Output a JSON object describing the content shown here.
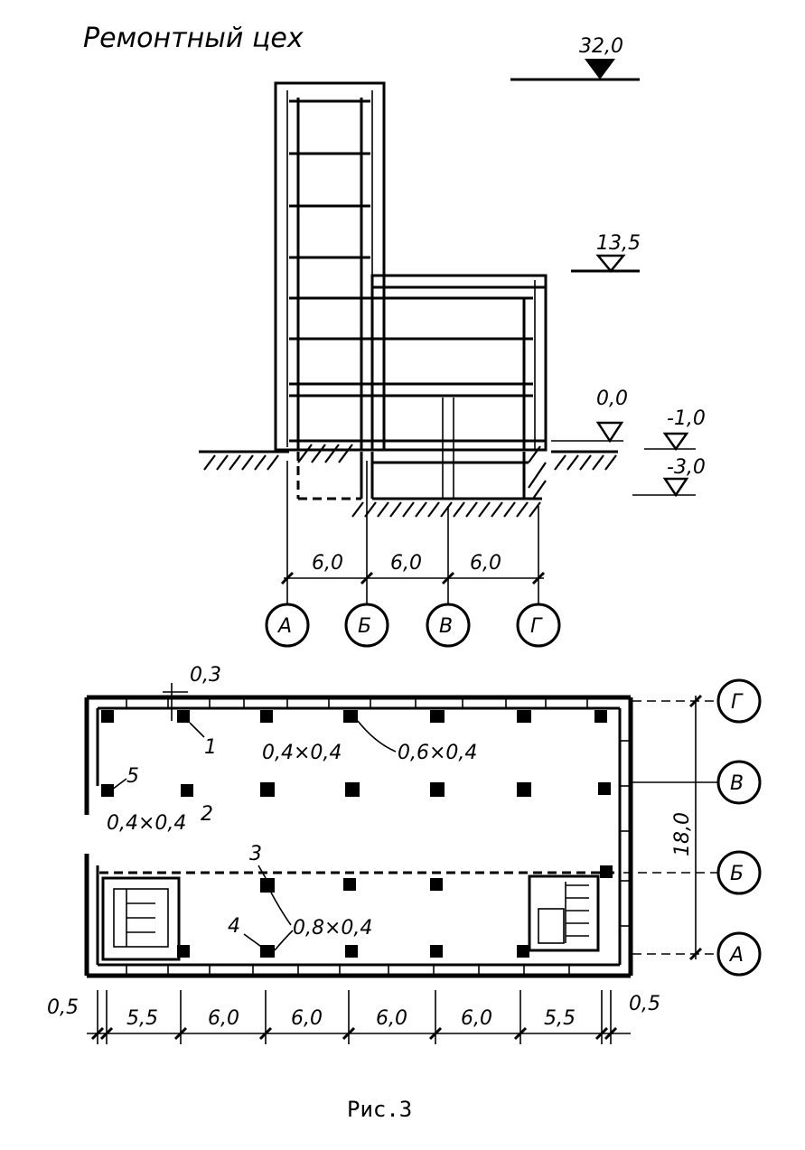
{
  "title": "Ремонтный цех",
  "caption": "Рис.3",
  "elevations": {
    "top": "32,0",
    "roof": "13,5",
    "ground": "0,0",
    "minus1": "-1,0",
    "minus3": "-3,0"
  },
  "section_spans": [
    "6,0",
    "6,0",
    "6,0"
  ],
  "axes": {
    "a": "А",
    "b": "Б",
    "v": "В",
    "g": "Г"
  },
  "plan": {
    "wall_thickness": "0,3",
    "column_sizes": {
      "size_1": "0,4×0,4",
      "size_2": "0,6×0,4",
      "size_3": "0,8×0,4",
      "size_5": "0,4×0,4"
    },
    "markers": [
      "1",
      "2",
      "3",
      "4",
      "5"
    ],
    "width_dim": "18,0",
    "bottom_dims": [
      "0,5",
      "5,5",
      "6,0",
      "6,0",
      "6,0",
      "6,0",
      "5,5",
      "0,5"
    ]
  }
}
